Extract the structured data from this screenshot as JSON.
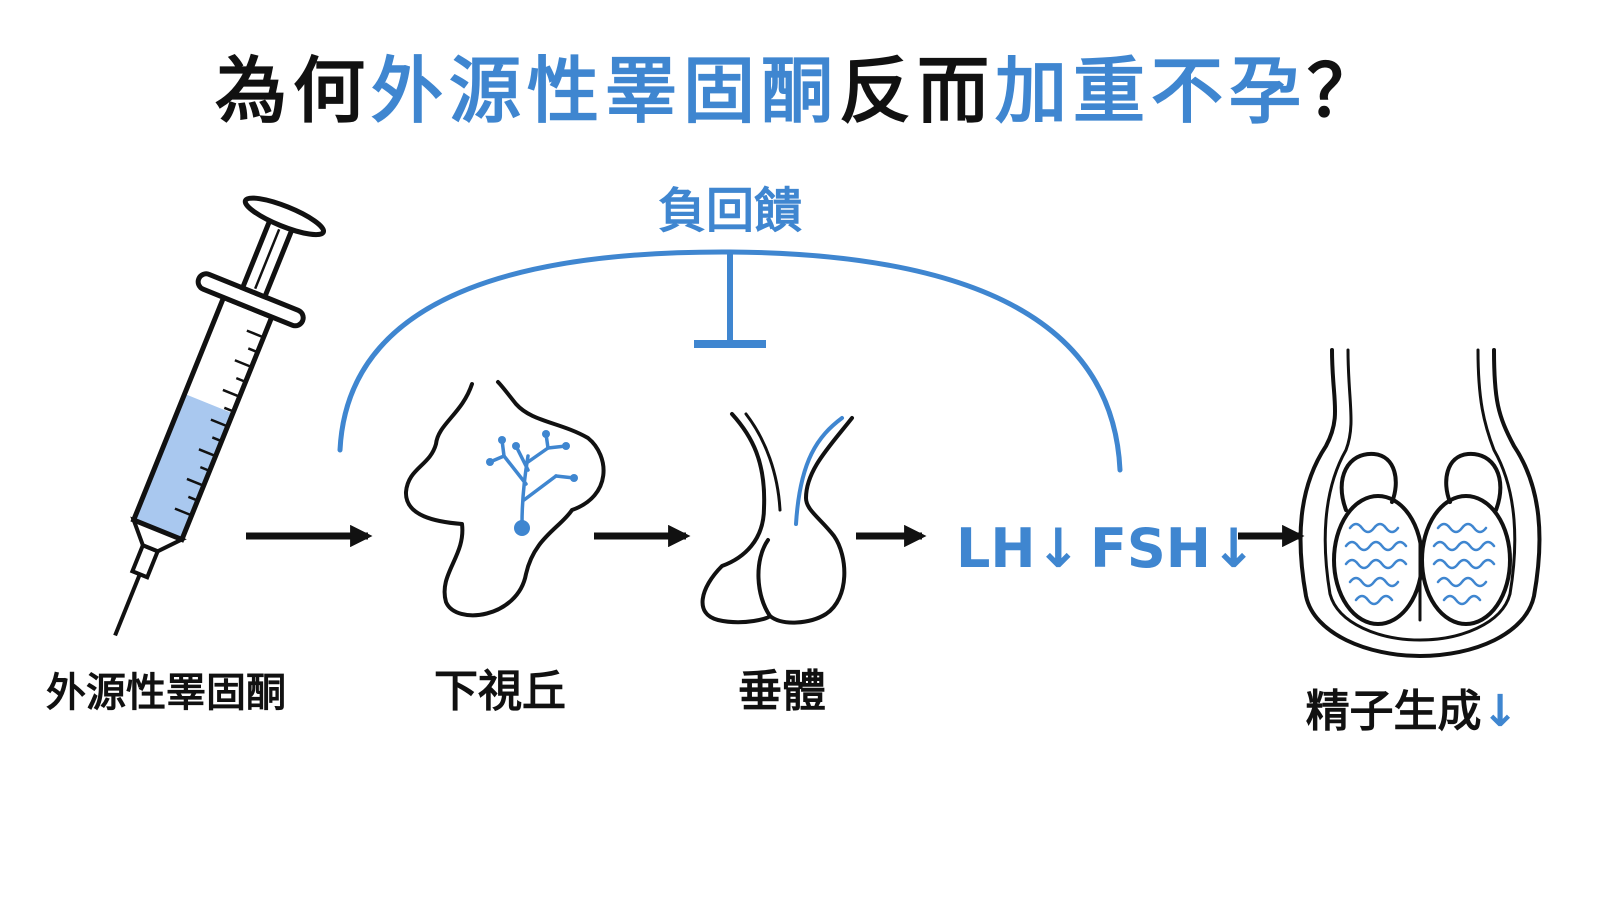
{
  "title": {
    "segments": [
      {
        "text": "為何",
        "color": "#111111"
      },
      {
        "text": "外源性睪固酮",
        "color": "#3f86d0"
      },
      {
        "text": "反而",
        "color": "#111111"
      },
      {
        "text": "加重不孕",
        "color": "#3f86d0"
      },
      {
        "text": "？",
        "color": "#111111"
      }
    ]
  },
  "feedback": {
    "label": "負回饋",
    "color": "#3f86d0"
  },
  "nodes": {
    "testosterone": {
      "label": "外源性睪固酮",
      "icon": "syringe-icon"
    },
    "hypothalamus": {
      "label": "下視丘",
      "icon": "hypothalamus-icon"
    },
    "pituitary": {
      "label": "垂體",
      "icon": "pituitary-icon"
    },
    "hormones": {
      "lh": "LH↓",
      "fsh": "FSH↓"
    },
    "spermatogenesis": {
      "label": "精子生成",
      "arrow": "↓",
      "icon": "testes-icon"
    }
  },
  "colors": {
    "accent": "#3f86d0",
    "ink": "#111111",
    "fill": "#a9c8ef"
  }
}
